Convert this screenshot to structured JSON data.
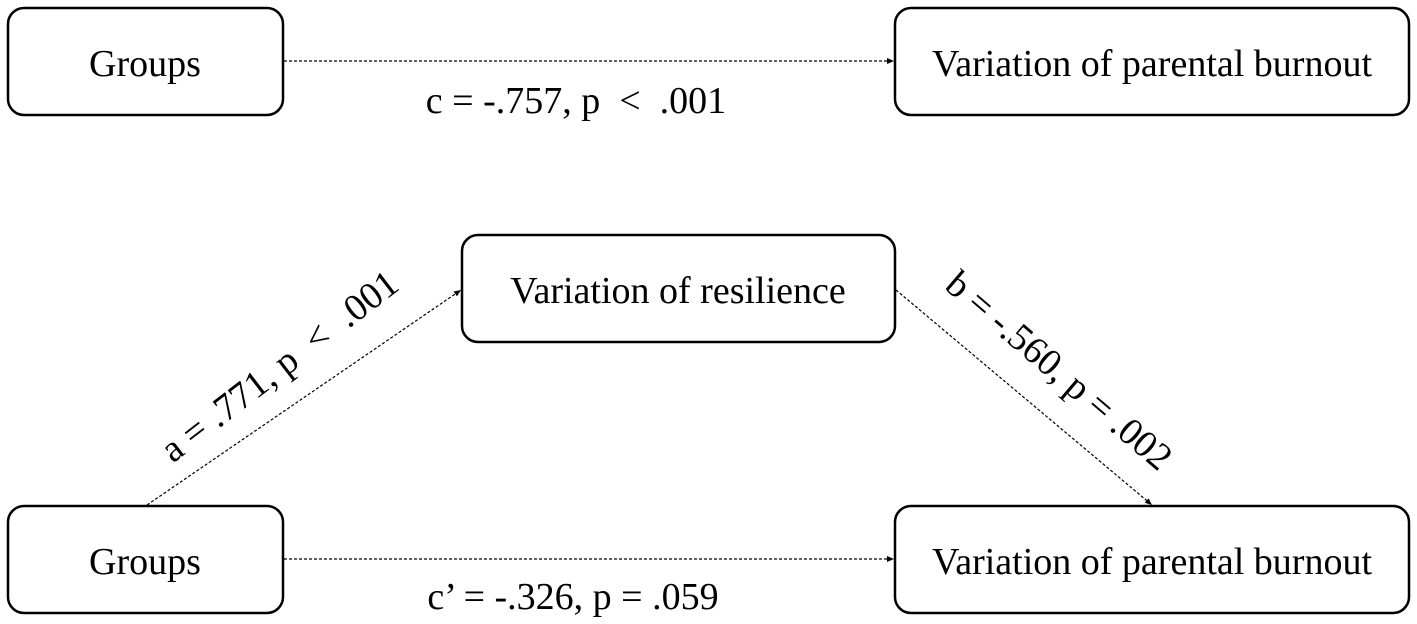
{
  "total_effect_model": {
    "predictor": "Groups",
    "outcome": "Variation of parental burnout",
    "path_c_label": "c = -.757, p  <  .001"
  },
  "mediation_model": {
    "predictor": "Groups",
    "mediator": "Variation of resilience",
    "outcome": "Variation of parental burnout",
    "path_a_label": "a = .771, p  <  .001",
    "path_b_label": "b = -.560, p = .002",
    "path_c_prime_label": "c’ = -.326, p = .059"
  }
}
